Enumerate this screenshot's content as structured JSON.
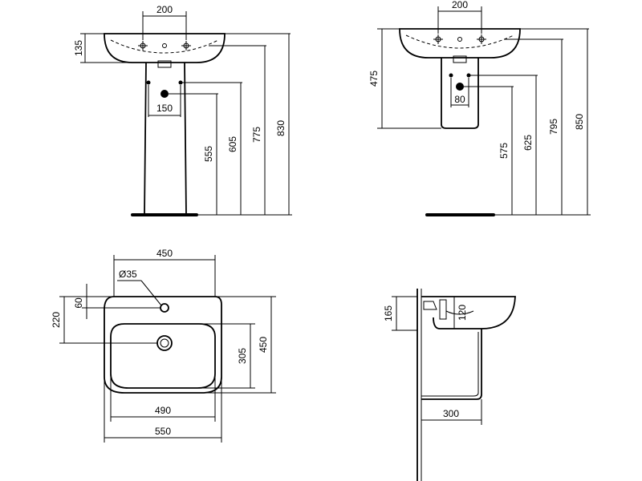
{
  "views": {
    "pedestal_front": {
      "tap_hole_spacing": "200",
      "basin_height": "135",
      "waste_spacing": "150",
      "height_555": "555",
      "height_605": "605",
      "height_775": "775",
      "height_830": "830"
    },
    "semi_pedestal_front": {
      "tap_hole_spacing": "200",
      "height_475": "475",
      "waste_spacing": "80",
      "height_575": "575",
      "height_625": "625",
      "height_795": "795",
      "height_850": "850"
    },
    "plan_view": {
      "inner_width": "450",
      "tap_hole_diameter": "Ø35",
      "tap_offset": "60",
      "waste_offset": "220",
      "bowl_depth": "305",
      "overall_depth": "450",
      "bowl_width": "490",
      "overall_width": "550"
    },
    "side_view": {
      "height_165": "165",
      "height_120": "120",
      "projection": "300"
    }
  }
}
